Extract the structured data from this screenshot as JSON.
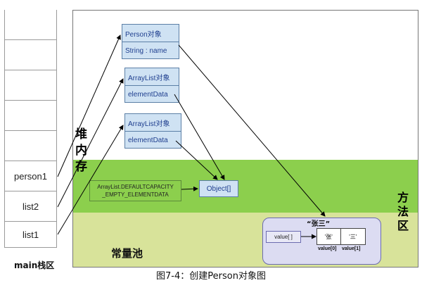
{
  "stack": {
    "cells": [
      "",
      "",
      "",
      "",
      "",
      "person1",
      "list2",
      "list1"
    ],
    "label": "main栈区"
  },
  "regions": {
    "heap_label": "堆内存",
    "method_label": "方法区",
    "constant_label": "常量池"
  },
  "objects": {
    "person": {
      "title": "Person对象",
      "field": "String : name"
    },
    "arraylist1": {
      "title": "ArrayList对象",
      "field": "elementData"
    },
    "arraylist2": {
      "title": "ArrayList对象",
      "field": "elementData"
    },
    "default_capacity": "ArrayList.DEFAULTCAPACITY\n_EMPTY_ELEMENTDATA",
    "object_array": "Object[]"
  },
  "string_pool": {
    "title": "“张三”",
    "value_field": "value[ ]",
    "chars": [
      "'张'",
      "'三'"
    ],
    "indices": [
      "value[0]",
      "value[1]"
    ]
  },
  "caption": "图7-4：创建Person对象图",
  "colors": {
    "method_area": "#8ccf4d",
    "constant_pool": "#d8e39a",
    "object_fill": "#cfe2f3",
    "object_border": "#5b7fa6",
    "string_box": "#dcdcf2"
  }
}
